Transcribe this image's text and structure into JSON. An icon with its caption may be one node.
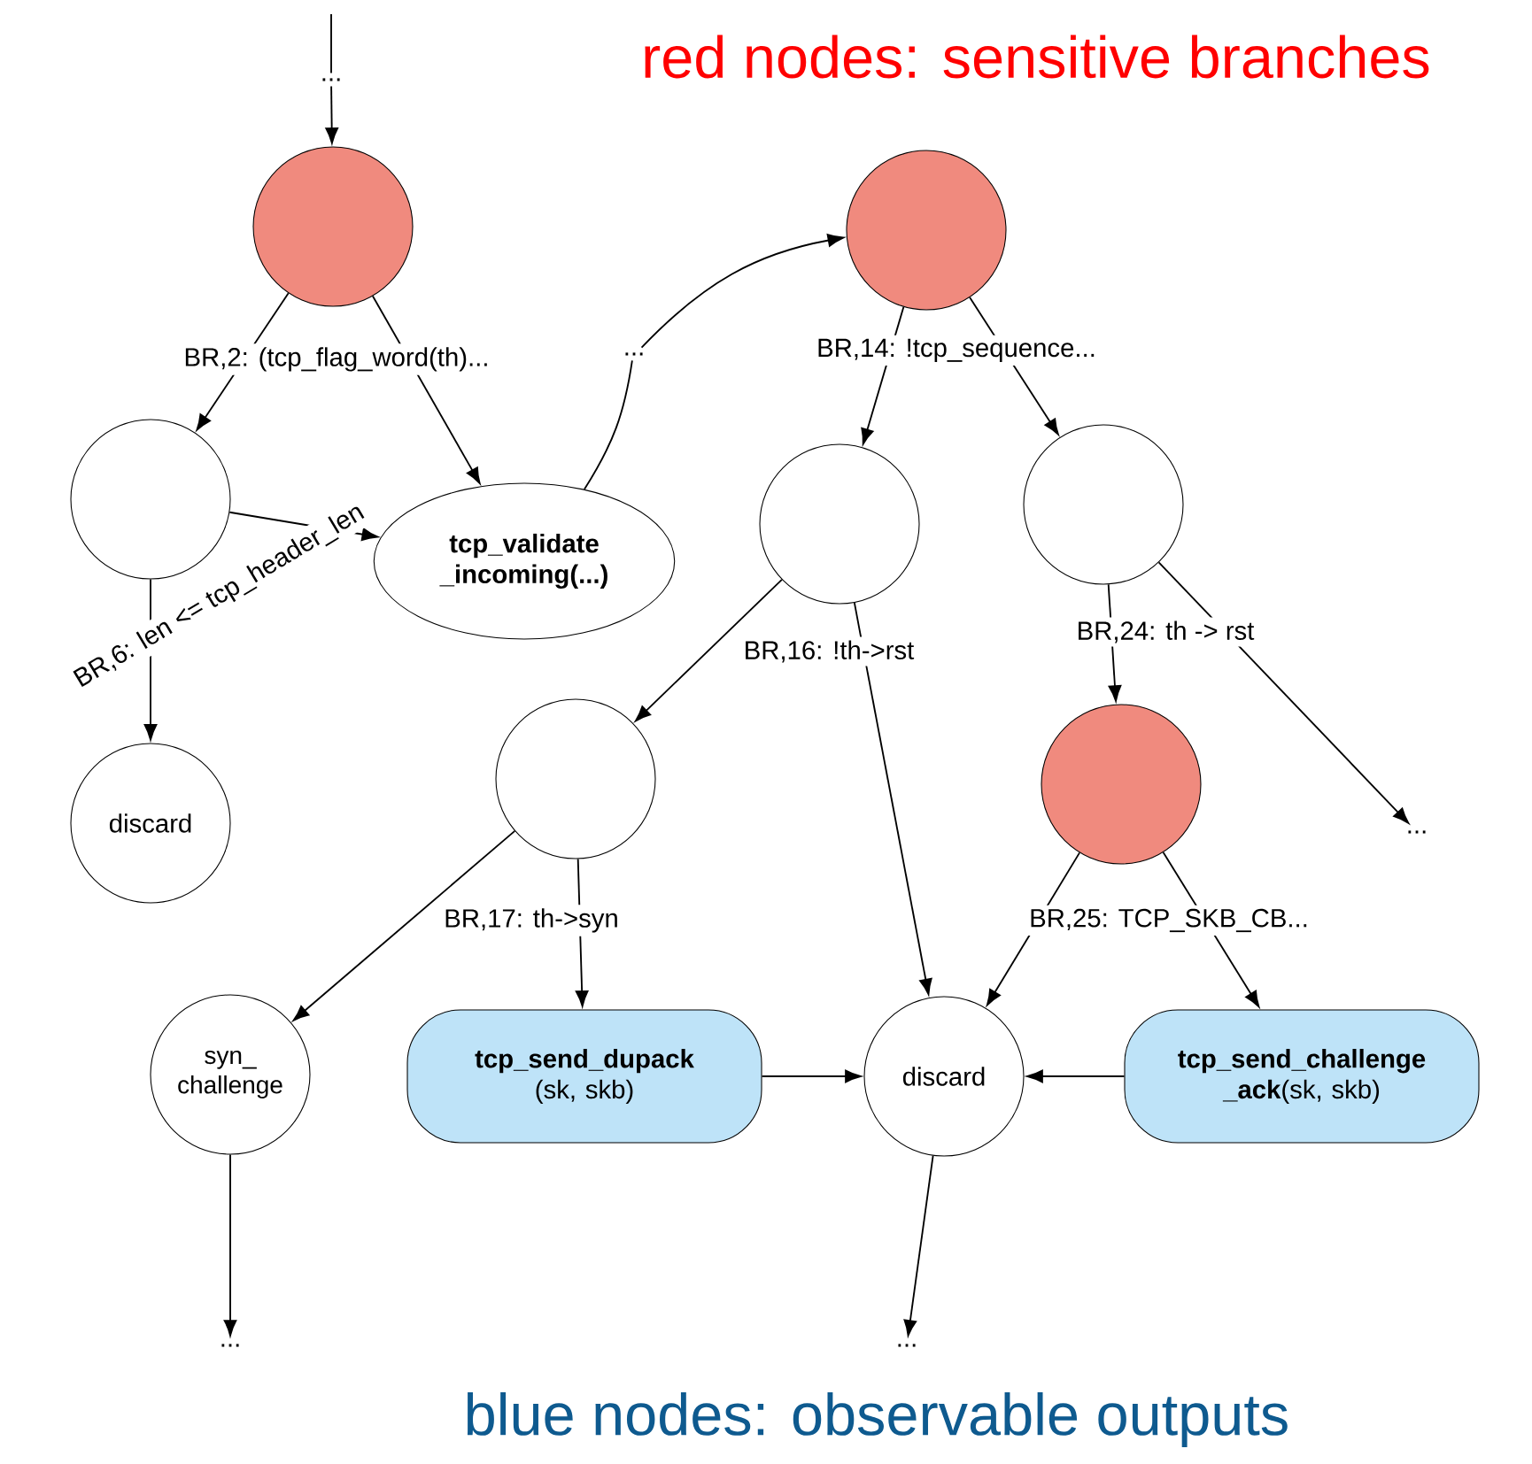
{
  "diagram": {
    "nodes": [
      {
        "text": [
          "..."
        ]
      },
      {
        "text": [],
        "shape": "circle",
        "beside": [
          "BR,2: (tcp_flag_word(th)..."
        ]
      },
      {
        "text": [
          "..."
        ]
      },
      {
        "text": [],
        "shape": "circle",
        "beside": [
          "BR,14: !tcp_sequence..."
        ]
      },
      {
        "text": [],
        "shape": "circle",
        "beside": [
          "BR,6: len <= tcp_header_len"
        ]
      },
      {
        "text": [
          "tcp_validate _incoming(...)"
        ]
      },
      {
        "text": [],
        "shape": "circle",
        "beside": [
          "BR,16: !th->rst"
        ]
      },
      {
        "text": [],
        "shape": "circle",
        "beside": [
          "BR,24: th -> rst"
        ]
      },
      {
        "text": [],
        "shape": "circle",
        "beside": [
          "BR,17: th->syn"
        ]
      },
      {
        "text": [],
        "shape": "circle",
        "beside": [
          "BR,25: TCP_SKB_CB..."
        ]
      },
      {
        "text": [
          "..."
        ]
      },
      {
        "text": [
          "discard"
        ]
      },
      {
        "text": [
          "syn_ challenge"
        ]
      },
      {
        "text": [
          "tcp_send_dupack",
          "(sk, skb)"
        ]
      },
      {
        "text": [
          "discard"
        ]
      },
      {
        "text": [
          "**tcp_send_challenge _ack**(sk, skb)"
        ]
      },
      {
        "text": [
          "..."
        ]
      },
      {
        "text": [
          "..."
        ]
      }
    ],
    "edges": [
      {
        "from": null,
        "to": 0,
        "arrow": "none"
      },
      {
        "from": 0,
        "to": 1,
        "arrow": "to"
      },
      {
        "from": 1,
        "to": 4,
        "arrow": "to"
      },
      {
        "from": 1,
        "to": 5,
        "arrow": "to"
      },
      {
        "from": 5,
        "to": 2,
        "arrow": "none"
      },
      {
        "from": 2,
        "to": 3,
        "arrow": "to"
      },
      {
        "from": 4,
        "to": 5,
        "arrow": "to"
      },
      {
        "from": 4,
        "to": 11,
        "arrow": "to"
      },
      {
        "from": 3,
        "to": 6,
        "arrow": "to"
      },
      {
        "from": 3,
        "to": 7,
        "arrow": "to"
      },
      {
        "from": 6,
        "to": 8,
        "arrow": "to"
      },
      {
        "from": 6,
        "to": 14,
        "arrow": "to"
      },
      {
        "from": 7,
        "to": 9,
        "arrow": "to"
      },
      {
        "from": 7,
        "to": 10,
        "arrow": "to"
      },
      {
        "from": 8,
        "to": 12,
        "arrow": "to"
      },
      {
        "from": 8,
        "to": 13,
        "arrow": "to"
      },
      {
        "from": 9,
        "to": 14,
        "arrow": "to"
      },
      {
        "from": 9,
        "to": 15,
        "arrow": "to"
      },
      {
        "from": 13,
        "to": 14,
        "arrow": "to"
      },
      {
        "from": 15,
        "to": 14,
        "arrow": "to"
      },
      {
        "from": 12,
        "to": 16,
        "arrow": "to"
      },
      {
        "from": 14,
        "to": 17,
        "arrow": "to"
      }
    ],
    "labels": [
      "red nodes: sensitive branches",
      "blue nodes: observable outputs"
    ]
  }
}
